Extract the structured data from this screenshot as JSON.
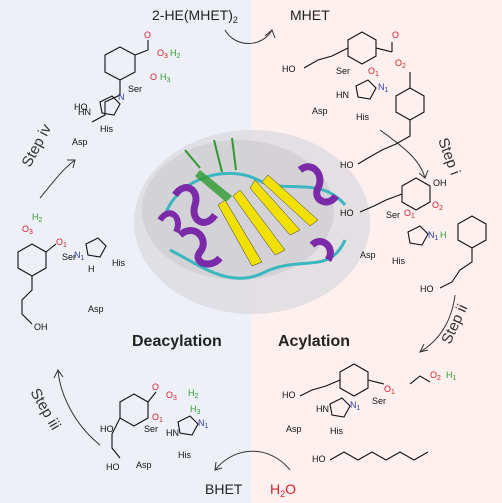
{
  "colors": {
    "left_bg": "#eef0f7",
    "right_bg": "#fdf0ef",
    "deacylation": "#5b6fb3",
    "acylation": "#c4524b",
    "water": "#d8222a",
    "helix": "#7b2aa8",
    "sheet": "#f2e000",
    "loop": "#3ab7bf"
  },
  "labels": {
    "top_left": "2-HE(MHET)",
    "top_left_sub": "2",
    "top_right": "MHET",
    "bottom_left": "BHET",
    "bottom_right_h": "H",
    "bottom_right_sub": "2",
    "bottom_right_o": "O",
    "deacylation": "Deacylation",
    "acylation": "Acylation",
    "step_i": "Step i",
    "step_ii": "Step ii",
    "step_iii": "Step iii",
    "step_iv": "Step iv"
  },
  "residues": {
    "ser": "Ser",
    "his": "His",
    "asp": "Asp",
    "hn": "HN",
    "ho": "HO",
    "oh": "OH",
    "h": "H"
  },
  "atoms": {
    "o1": "O",
    "o1_sub": "1",
    "o2": "O",
    "o2_sub": "2",
    "o3": "O",
    "o3_sub": "3",
    "h1": "H",
    "h1_sub": "1",
    "h2": "H",
    "h2_sub": "2",
    "h3": "H",
    "h3_sub": "3",
    "n1": "N",
    "n1_sub": "1"
  }
}
